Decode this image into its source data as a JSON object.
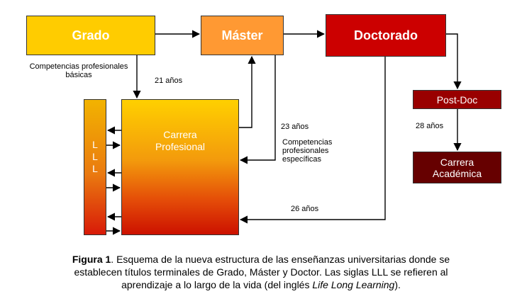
{
  "nodes": {
    "grado": "Grado",
    "master": "Máster",
    "doctorado": "Doctorado",
    "postdoc": "Post-Doc",
    "carrera_academica": [
      "Carrera",
      "Académica"
    ],
    "carrera_profesional": [
      "Carrera",
      "Profesional"
    ],
    "lll": [
      "L",
      "L",
      "L"
    ]
  },
  "labels": {
    "competencias_basicas": [
      "Competencias profesionales",
      "básicas"
    ],
    "age_21": "21 años",
    "age_23": "23 años",
    "competencias_especificas": [
      "Competencias",
      "profesionales",
      "específicas"
    ],
    "age_26": "26 años",
    "age_28": "28 años"
  },
  "caption": {
    "prefix": "Figura 1",
    "text1": ". Esquema de la nueva estructura de las enseñanzas universitarias donde se",
    "text2": "establecen títulos terminales de Grado, Máster y Doctor. Las siglas LLL se refieren al",
    "text3a": "aprendizaje a lo largo de la vida (del inglés ",
    "italic": "Life Long Learning",
    "text3b": ")."
  }
}
